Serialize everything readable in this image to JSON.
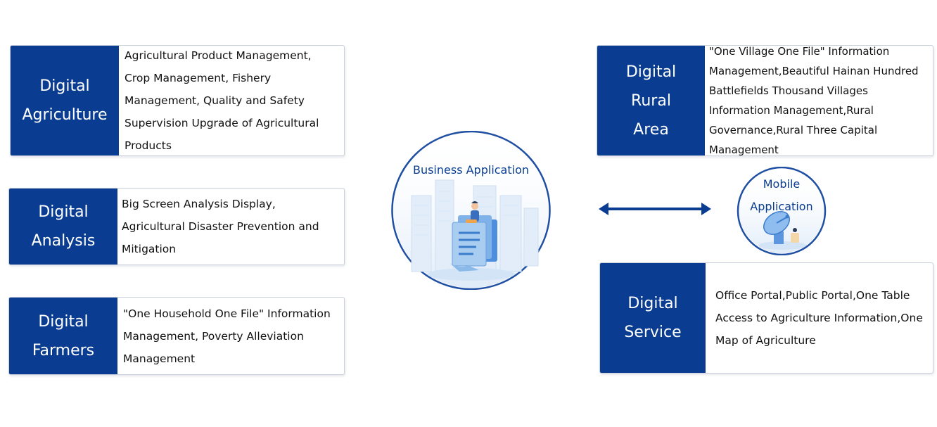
{
  "colors": {
    "label_bg": "#0a3d91",
    "hub_ring": "#1f4fa3",
    "hub_title": "#0a3d91",
    "illustration": "#7fb2e8",
    "arrow": "#0a3d91"
  },
  "left_panel": {
    "agriculture": {
      "label_line1": "Digital",
      "label_line2": "Agriculture",
      "description": "Agricultural Product Management, Crop Management, Fishery Management, Quality and Safety Supervision Upgrade of Agricultural Products"
    },
    "analysis": {
      "label_line1": "Digital",
      "label_line2": "Analysis",
      "description": "Big Screen Analysis Display, Agricultural Disaster Prevention and Mitigation"
    },
    "farmers": {
      "label_line1": "Digital",
      "label_line2": "Farmers",
      "description": "\"One Household One File\" Information Management, Poverty Alleviation Management"
    }
  },
  "center": {
    "business_title": "Business Application",
    "business_icon": "business-application-illustration",
    "mobile_title_line1": "Mobile",
    "mobile_title_line2": "Application",
    "mobile_icon": "satellite-dish-illustration",
    "connector_icon": "double-headed-arrow"
  },
  "right_panel": {
    "rural": {
      "label_line1": "Digital",
      "label_line2": "Rural",
      "label_line3": "Area",
      "description": "\"One Village One File\" Information Management,Beautiful Hainan Hundred Battlefields Thousand Villages Information Management,Rural Governance,Rural Three Capital Management"
    },
    "service": {
      "label_line1": "Digital",
      "label_line2": "Service",
      "description": "Office Portal,Public Portal,One Table Access to Agriculture Information,One Map of Agriculture"
    }
  }
}
